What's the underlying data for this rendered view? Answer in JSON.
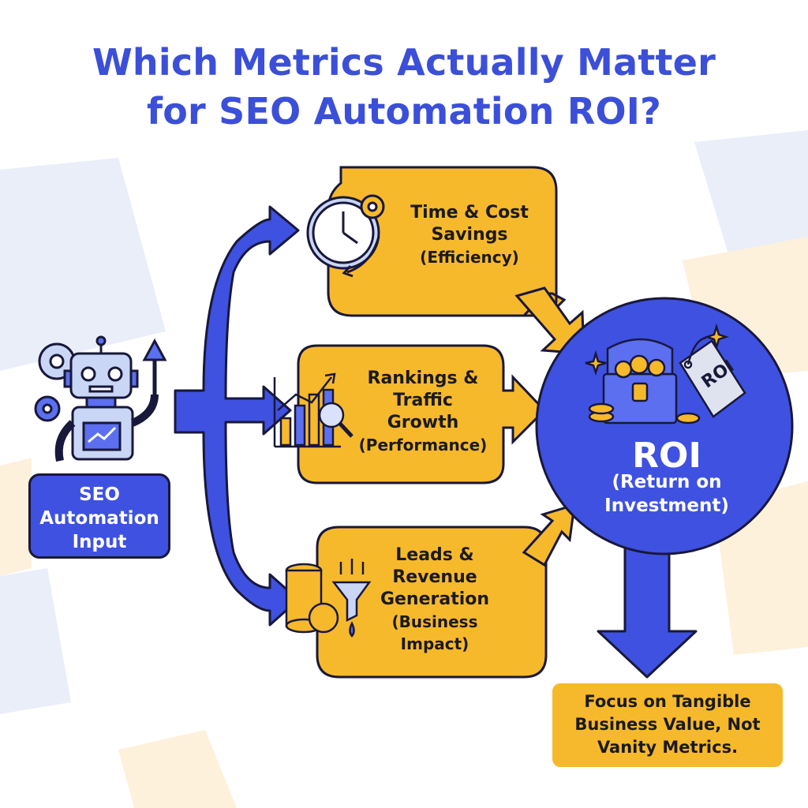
{
  "title": {
    "line1": "Which Metrics Actually Matter",
    "line2": "for SEO Automation ROI?"
  },
  "input": {
    "line1": "SEO",
    "line2": "Automation",
    "line3": "Input",
    "icon": "robot-gears-icon"
  },
  "metrics": [
    {
      "line1": "Time & Cost",
      "line2": "Savings",
      "sub": "(Efficiency)",
      "icon": "clock-gear-icon"
    },
    {
      "line1": "Rankings &",
      "line2": "Traffic",
      "line3": "Growth",
      "sub": "(Performance)",
      "icon": "bar-chart-magnifier-icon"
    },
    {
      "line1": "Leads &",
      "line2": "Revenue",
      "line3": "Generation",
      "sub1": "(Business",
      "sub2": "Impact)",
      "icon": "coins-funnel-icon"
    }
  ],
  "roi": {
    "title": "ROI",
    "sub1": "(Return on",
    "sub2": "Investment)",
    "tag": "ROI",
    "icon": "treasure-chest-icon"
  },
  "footer": {
    "line1": "Focus on Tangible",
    "line2": "Business Value, Not",
    "line3": "Vanity Metrics."
  },
  "colors": {
    "blue": "#3f51e0",
    "yellow": "#f7b92c",
    "outline": "#18183a",
    "title": "#3b4fd8"
  }
}
